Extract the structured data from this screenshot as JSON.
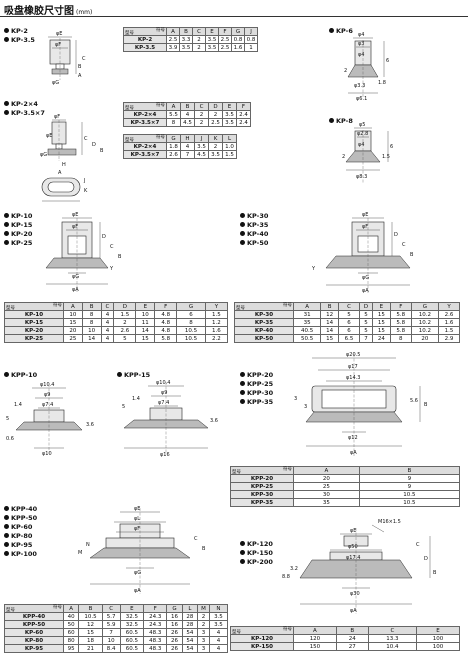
{
  "header": {
    "title": "吸盘橡胶尺寸图",
    "unit": "(mm)"
  },
  "corner": {
    "code": "符号",
    "model": "型号"
  },
  "sections": {
    "kp2": {
      "labels": [
        "KP-2",
        "KP-3.5"
      ],
      "dims": [
        "φE",
        "φF",
        "C",
        "B",
        "A",
        "φG"
      ],
      "cols": [
        "A",
        "B",
        "C",
        "E",
        "F",
        "G",
        "J"
      ],
      "rows": [
        [
          "KP-2",
          "2.5",
          "3.3",
          "2",
          "3.5",
          "2.5",
          "0.8",
          "0.8"
        ],
        [
          "KP-3.5",
          "3.9",
          "3.5",
          "2",
          "3.5",
          "2.5",
          "1.6",
          "1"
        ]
      ]
    },
    "kp2x4": {
      "labels": [
        "KP-2×4",
        "KP-3.5×7"
      ],
      "dims": [
        "φF",
        "φE",
        "C",
        "D",
        "B",
        "φG",
        "H",
        "A",
        "J",
        "K"
      ],
      "cols1": [
        "A",
        "B",
        "C",
        "D",
        "E",
        "F"
      ],
      "rows1": [
        [
          "KP-2×4",
          "5.5",
          "4",
          "2",
          "2",
          "3.5",
          "2.4"
        ],
        [
          "KP-3.5×7",
          "8",
          "4.5",
          "2",
          "2.5",
          "3.5",
          "2.4"
        ]
      ],
      "cols2": [
        "G",
        "H",
        "J",
        "K",
        "L"
      ],
      "rows2": [
        [
          "KP-2×4",
          "1.8",
          "4",
          "3.5",
          "2",
          "1.0"
        ],
        [
          "KP-3.5×7",
          "2.6",
          "7",
          "4.5",
          "3.5",
          "1.5"
        ]
      ]
    },
    "kp6": {
      "label": "KP-6",
      "dims": [
        "φ4",
        "φ3",
        "φ4",
        "6",
        "2",
        "1.8",
        "φ3.3",
        "φ6.1"
      ]
    },
    "kp8": {
      "label": "KP-8",
      "dims": [
        "φ5",
        "φ2.8",
        "φ4",
        "2",
        "1.5",
        "6",
        "φ8.3"
      ]
    },
    "kp10": {
      "labels": [
        "KP-10",
        "KP-15",
        "KP-20",
        "KP-25"
      ],
      "dims": [
        "φE",
        "φF",
        "D",
        "C",
        "B",
        "φG",
        "Y",
        "φA"
      ],
      "cols": [
        "A",
        "B",
        "C",
        "D",
        "E",
        "F",
        "G",
        "Y"
      ],
      "rows": [
        [
          "KP-10",
          "10",
          "8",
          "4",
          "1.5",
          "10",
          "4.8",
          "6",
          "1.5"
        ],
        [
          "KP-15",
          "15",
          "8",
          "4",
          "2",
          "11",
          "4.8",
          "8",
          "1.2"
        ],
        [
          "KP-20",
          "20",
          "10",
          "4",
          "2.6",
          "14",
          "4.8",
          "10.5",
          "1.6"
        ],
        [
          "KP-25",
          "25",
          "14",
          "4",
          "5",
          "15",
          "5.8",
          "10.5",
          "2.2"
        ]
      ]
    },
    "kp30": {
      "labels": [
        "KP-30",
        "KP-35",
        "KP-40",
        "KP-50"
      ],
      "dims": [
        "φE",
        "φF",
        "D",
        "C",
        "B",
        "φG",
        "Y",
        "φA"
      ],
      "cols": [
        "A",
        "B",
        "C",
        "D",
        "E",
        "F",
        "G",
        "Y"
      ],
      "rows": [
        [
          "KP-30",
          "31",
          "12",
          "5",
          "5",
          "15",
          "5.8",
          "10.2",
          "2.6"
        ],
        [
          "KP-35",
          "35",
          "14",
          "6",
          "5",
          "15",
          "5.8",
          "10.2",
          "1.6"
        ],
        [
          "KP-40",
          "40.5",
          "14",
          "6",
          "5",
          "15",
          "5.8",
          "10.2",
          "1.5"
        ],
        [
          "KP-50",
          "50.5",
          "15",
          "6.5",
          "7",
          "24",
          "8",
          "20",
          "2.9"
        ]
      ]
    },
    "kpp10": {
      "label": "KPP-10",
      "dims": [
        "φ10.4",
        "φ9",
        "φ7.4",
        "5",
        "1.4",
        "3.6",
        "0.6",
        "φ10"
      ]
    },
    "kpp15": {
      "label": "KPP-15",
      "dims": [
        "φ10.4",
        "φ9",
        "φ7.4",
        "5",
        "1.4",
        "3.6",
        "φ16"
      ]
    },
    "kpp20": {
      "labels": [
        "KPP-20",
        "KPP-25",
        "KPP-30",
        "KPP-35"
      ],
      "dims": [
        "φ20.5",
        "φ17",
        "φ14.3",
        "3",
        "3",
        "5.6",
        "B",
        "φ12",
        "φA"
      ],
      "cols": [
        "A",
        "B"
      ],
      "rows": [
        [
          "KPP-20",
          "20",
          "9"
        ],
        [
          "KPP-25",
          "25",
          "9"
        ],
        [
          "KPP-30",
          "30",
          "10.5"
        ],
        [
          "KPP-35",
          "35",
          "10.5"
        ]
      ]
    },
    "kpp40": {
      "labels": [
        "KPP-40",
        "KPP-50",
        "KP-60",
        "KP-80",
        "KP-95",
        "KP-100"
      ],
      "dims": [
        "φE",
        "φL",
        "φF",
        "C",
        "B",
        "M",
        "N",
        "φG",
        "φA"
      ],
      "cols": [
        "A",
        "B",
        "C",
        "E",
        "F",
        "G",
        "L",
        "M",
        "N"
      ],
      "rows": [
        [
          "KPP-40",
          "40",
          "10.5",
          "5.7",
          "32.5",
          "24.3",
          "16",
          "28",
          "2",
          "3.5"
        ],
        [
          "KPP-50",
          "50",
          "12",
          "5.9",
          "32.5",
          "24.3",
          "16",
          "28",
          "2",
          "3.5"
        ],
        [
          "KP-60",
          "60",
          "15",
          "7",
          "60.5",
          "48.3",
          "26",
          "54",
          "3",
          "4"
        ],
        [
          "KP-80",
          "80",
          "18",
          "10",
          "60.5",
          "48.3",
          "26",
          "54",
          "3",
          "4"
        ],
        [
          "KP-95",
          "95",
          "21",
          "8.4",
          "60.5",
          "48.3",
          "26",
          "54",
          "3",
          "4"
        ]
      ]
    },
    "kp120": {
      "labels": [
        "KP-120",
        "KP-150",
        "KP-200"
      ],
      "dims": [
        "M16×1.5",
        "φE",
        "φ50",
        "φ17.4",
        "8.8",
        "3.2",
        "C",
        "D",
        "B",
        "φ30",
        "φA"
      ],
      "cols": [
        "A",
        "B",
        "C",
        "E"
      ],
      "rows": [
        [
          "KP-120",
          "120",
          "24",
          "13.3",
          "100"
        ],
        [
          "KP-150",
          "150",
          "27",
          "10.4",
          "100"
        ]
      ]
    }
  }
}
